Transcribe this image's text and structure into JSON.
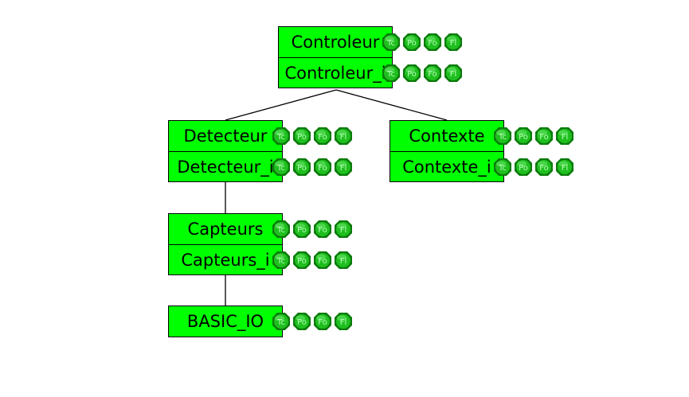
{
  "colors": {
    "node_fill": "#00ff00",
    "badge_fill": "#1fbf1f",
    "badge_ring": "#0a7a0a",
    "badge_text": "#b8ffb8",
    "edge": "#000000"
  },
  "badge_labels": [
    "Tc",
    "Po",
    "Fo",
    "Fl"
  ],
  "nodes": [
    {
      "id": "controleur",
      "name": "Controleur",
      "impl": "Controleur_i"
    },
    {
      "id": "detecteur",
      "name": "Detecteur",
      "impl": "Detecteur_i"
    },
    {
      "id": "contexte",
      "name": "Contexte",
      "impl": "Contexte_i"
    },
    {
      "id": "capteurs",
      "name": "Capteurs",
      "impl": "Capteurs_i"
    },
    {
      "id": "basic-io",
      "name": "BASIC_IO"
    }
  ],
  "edges": [
    [
      "controleur",
      "detecteur"
    ],
    [
      "controleur",
      "contexte"
    ],
    [
      "detecteur",
      "capteurs"
    ],
    [
      "capteurs",
      "basic-io"
    ]
  ]
}
